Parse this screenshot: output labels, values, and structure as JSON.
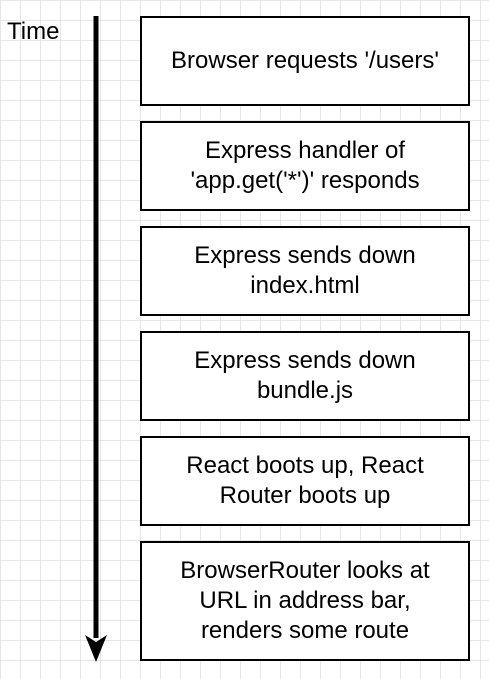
{
  "axis": {
    "label": "Time"
  },
  "steps": [
    {
      "text": "Browser requests '/users'"
    },
    {
      "text": "Express handler of\n'app.get('*')' responds"
    },
    {
      "text": "Express sends down\nindex.html"
    },
    {
      "text": "Express sends down\nbundle.js"
    },
    {
      "text": "React boots up, React\nRouter boots up"
    },
    {
      "text": "BrowserRouter looks at\nURL in address bar,\nrenders some route"
    }
  ]
}
